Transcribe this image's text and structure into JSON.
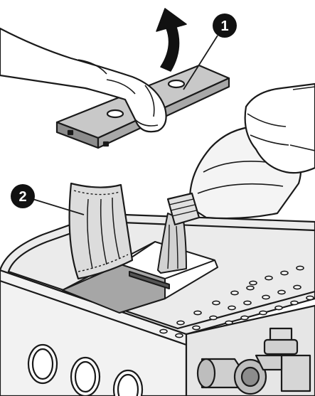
{
  "callouts": [
    {
      "number": "1",
      "label": "cover-lid"
    },
    {
      "number": "2",
      "label": "salt-pouch"
    }
  ],
  "colors": {
    "line": "#1a1a1a",
    "lid_fill": "#c8c8c8",
    "lid_dark": "#8c8c8c",
    "tank_fill": "#ebebeb",
    "cavity_fill": "#a6a6a6",
    "pouch_fill": "#dcdcdc",
    "liquid_fill": "#d2d2d2",
    "callout_fill": "#111111",
    "paper": "#ffffff"
  },
  "icons": [
    "curved-arrow-icon",
    "hand-icon",
    "bottle-icon",
    "pouch-icon"
  ]
}
